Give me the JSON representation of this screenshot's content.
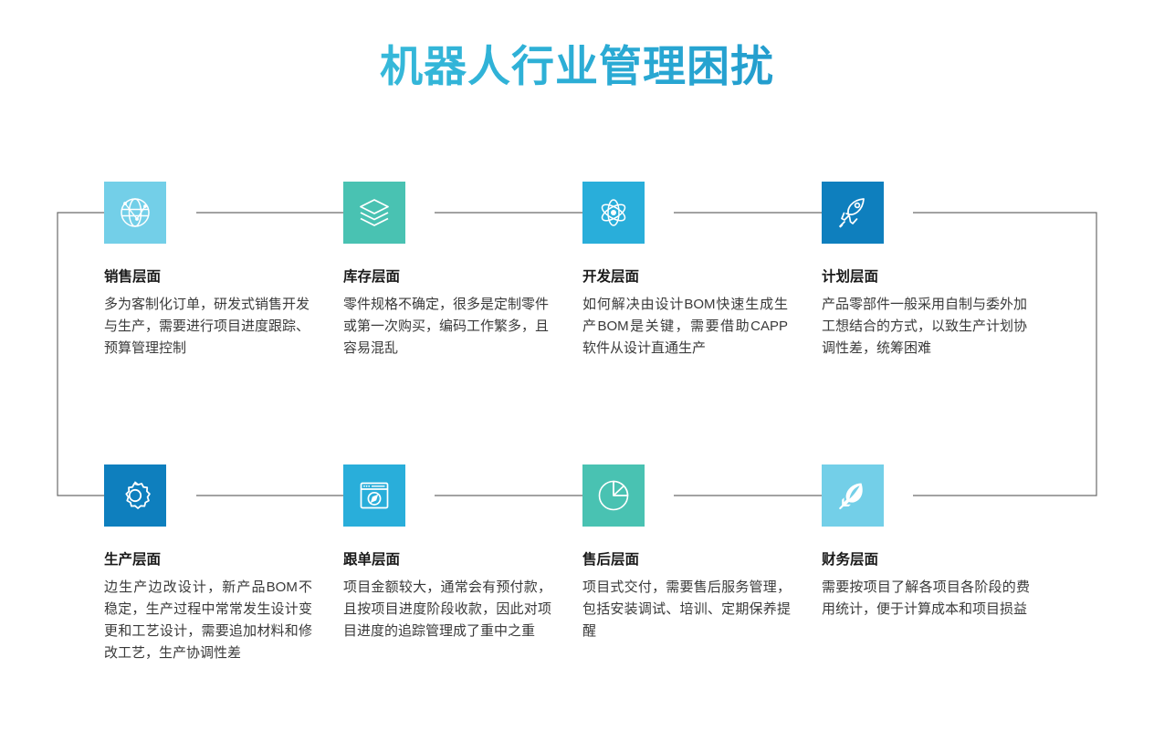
{
  "page": {
    "title": "机器人行业管理困扰",
    "title_gradient_from": "#4FC6E0",
    "title_gradient_to": "#1478BE",
    "background": "#ffffff",
    "connector_color": "#6b6b6b"
  },
  "cards": [
    {
      "id": "sales",
      "icon": "globe-network-icon",
      "icon_bg": "#73CFE8",
      "title": "销售层面",
      "body": "多为客制化订单，研发式销售开发与生产，需要进行项目进度跟踪、预算管理控制"
    },
    {
      "id": "inventory",
      "icon": "layers-stack-icon",
      "icon_bg": "#49C2B2",
      "title": "库存层面",
      "body": "零件规格不确定，很多是定制零件或第一次购买，编码工作繁多，且容易混乱"
    },
    {
      "id": "development",
      "icon": "atom-icon",
      "icon_bg": "#29AEDA",
      "title": "开发层面",
      "body": "如何解决由设计BOM快速生成生产BOM是关键，需要借助CAPP软件从设计直通生产"
    },
    {
      "id": "planning",
      "icon": "rocket-icon",
      "icon_bg": "#0E7FBE",
      "title": "计划层面",
      "body": "产品零部件一般采用自制与委外加工想结合的方式，以致生产计划协调性差，统筹困难"
    },
    {
      "id": "production",
      "icon": "gear-icon",
      "icon_bg": "#0E7FBE",
      "title": "生产层面",
      "body": "边生产边改设计，新产品BOM不稳定，生产过程中常常发生设计变更和工艺设计，需要追加材料和修改工艺，生产协调性差"
    },
    {
      "id": "order-tracking",
      "icon": "browser-compass-icon",
      "icon_bg": "#29AEDA",
      "title": "跟单层面",
      "body": "项目金额较大，通常会有预付款，且按项目进度阶段收款，因此对项目进度的追踪管理成了重中之重"
    },
    {
      "id": "after-sales",
      "icon": "pie-chart-icon",
      "icon_bg": "#49C2B2",
      "title": "售后层面",
      "body": "项目式交付，需要售后服务管理，包括安装调试、培训、定期保养提醒"
    },
    {
      "id": "finance",
      "icon": "feather-icon",
      "icon_bg": "#73CFE8",
      "title": "财务层面",
      "body": "需要按项目了解各项目各阶段的费用统计，便于计算成本和项目损益"
    }
  ]
}
